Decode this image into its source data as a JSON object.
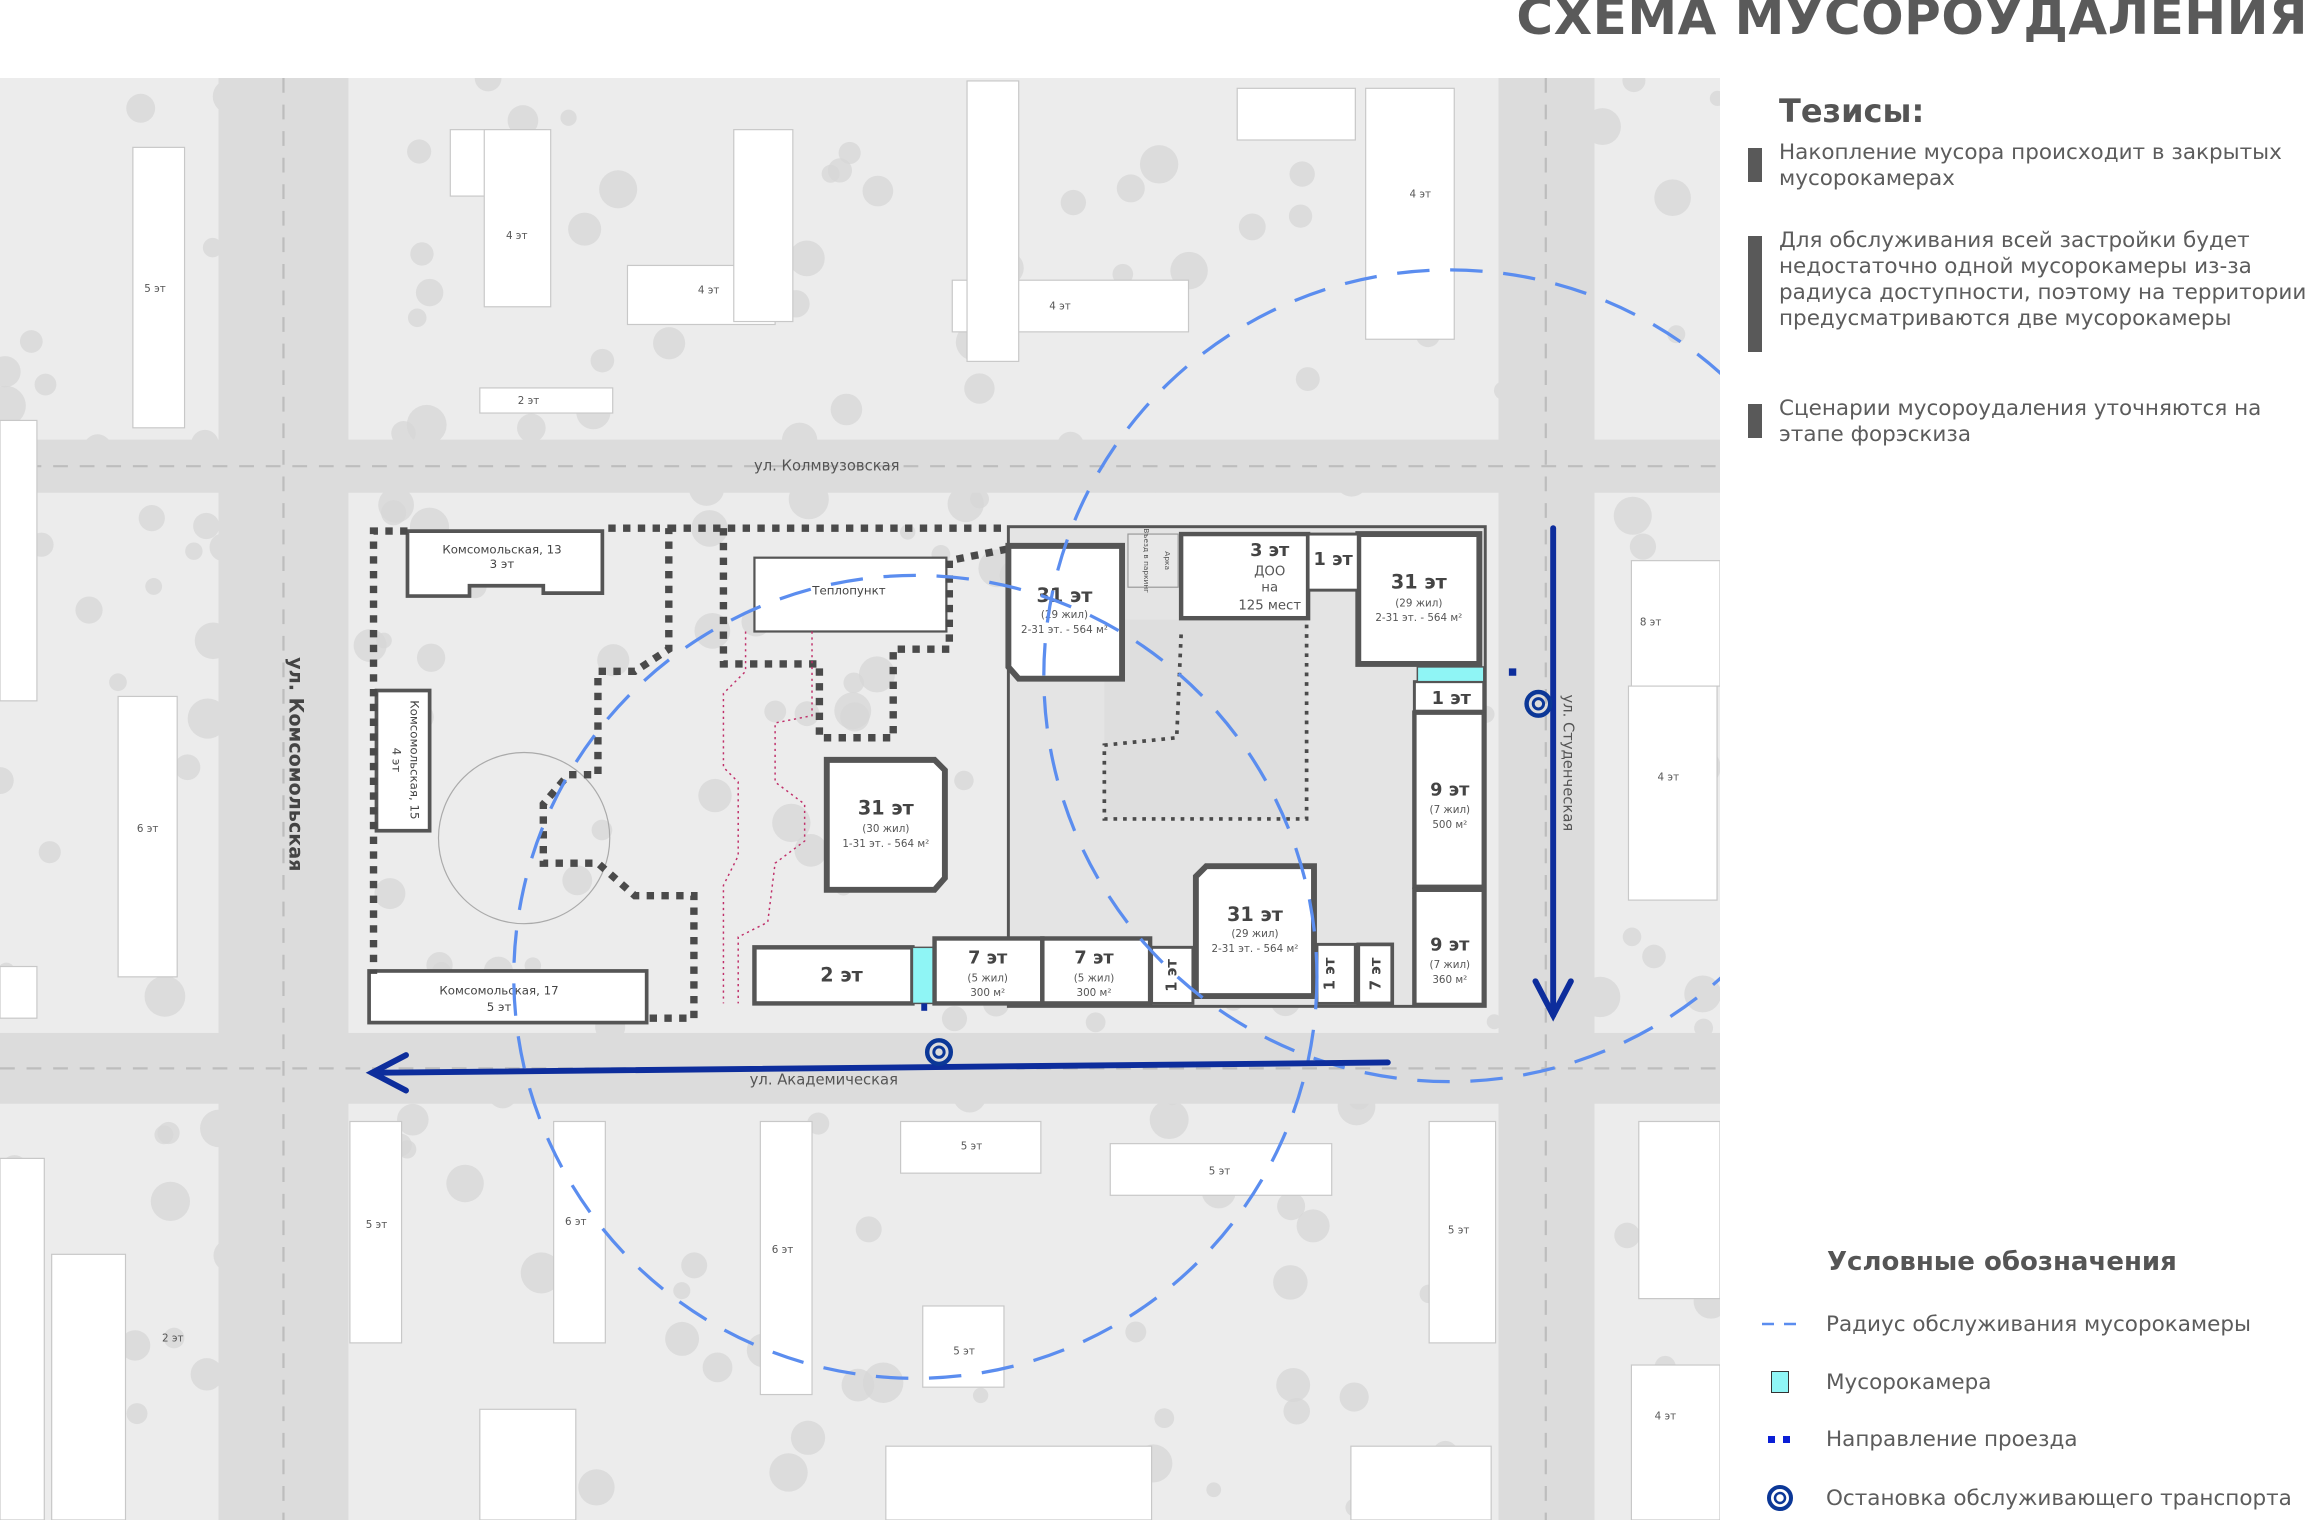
{
  "title": "СХЕМА МУСОРОУДАЛЕНИЯ",
  "theses": {
    "heading": "Тезисы:",
    "items": [
      "Накопление мусора происходит в закрытых мусорокамерах",
      "Для обслуживания всей застройки будет недостаточно одной мусорокамеры из-за радиуса доступности, поэтому на территории предусматриваются две мусорокамеры",
      "Сценарии мусороудаления уточняются на этапе форэскиза"
    ]
  },
  "legend": {
    "heading": "Условные обозначения",
    "items": [
      {
        "icon": "dashed-line-icon",
        "label": "Радиус обслуживания мусорокамеры"
      },
      {
        "icon": "cyan-square-icon",
        "label": "Мусорокамера"
      },
      {
        "icon": "blue-dots-icon",
        "label": "Направление проезда"
      },
      {
        "icon": "bus-stop-ring-icon",
        "label": "Остановка обслуживающего транспорта"
      }
    ]
  },
  "colors": {
    "radius": "#5b8def",
    "chamber": "#8ff5f5",
    "route": "#0d2d9c",
    "stop": "#0b3797",
    "building_outline": "#555555"
  },
  "map": {
    "streets": {
      "kolmvuzovskaya": "ул. Колмвузовская",
      "akademicheskaya": "ул. Академическая",
      "komsomolskaya": "ул. Комсомольская",
      "studencheskaya": "ул. Студенческая"
    },
    "context_buildings": [
      "5 эт",
      "4 эт",
      "4 эт",
      "2 эт",
      "4 эт",
      "4 эт",
      "8 эт",
      "4 эт",
      "6 эт",
      "5 эт",
      "6 эт",
      "6 эт",
      "5 эт",
      "5 эт",
      "5 эт",
      "5 эт",
      "2 эт",
      "4 эт"
    ],
    "existing": {
      "k13": {
        "name": "Комсомольская, 13",
        "floors": "3 эт"
      },
      "k15": {
        "name": "Комсомольская, 15",
        "floors": "4 эт"
      },
      "k17": {
        "name": "Комсомольская, 17",
        "floors": "5 эт"
      },
      "heat": "Теплопункт"
    },
    "arch": "Арка",
    "parking": "Въезд в паркинг",
    "site": [
      {
        "floors": "31 эт",
        "flats": "(29 жил)",
        "area": "2-31 эт. - 564 м²"
      },
      {
        "floors": "31 эт",
        "flats": "(29 жил)",
        "area": "2-31 эт. - 564 м²"
      },
      {
        "floors": "31 эт",
        "flats": "(29 жил)",
        "area": "2-31 эт. - 564 м²"
      },
      {
        "floors": "31 эт",
        "flats": "(30 жил)",
        "area": "1-31 эт. - 564 м²"
      },
      {
        "floors": "9 эт",
        "flats": "(7 жил)",
        "area": "500 м²"
      },
      {
        "floors": "9 эт",
        "flats": "(7 жил)",
        "area": "360 м²"
      },
      {
        "floors": "7 эт",
        "flats": "(5 жил)",
        "area": "300 м²"
      },
      {
        "floors": "7 эт",
        "flats": "(5 жил)",
        "area": "300 м²"
      }
    ],
    "kindergarten": {
      "floors": "3 эт",
      "l1": "ДОО",
      "l2": "на",
      "l3": "125 мест"
    },
    "small": [
      "1 эт",
      "1 эт",
      "1 эт",
      "1 эт",
      "7 эт",
      "2 эт"
    ]
  }
}
